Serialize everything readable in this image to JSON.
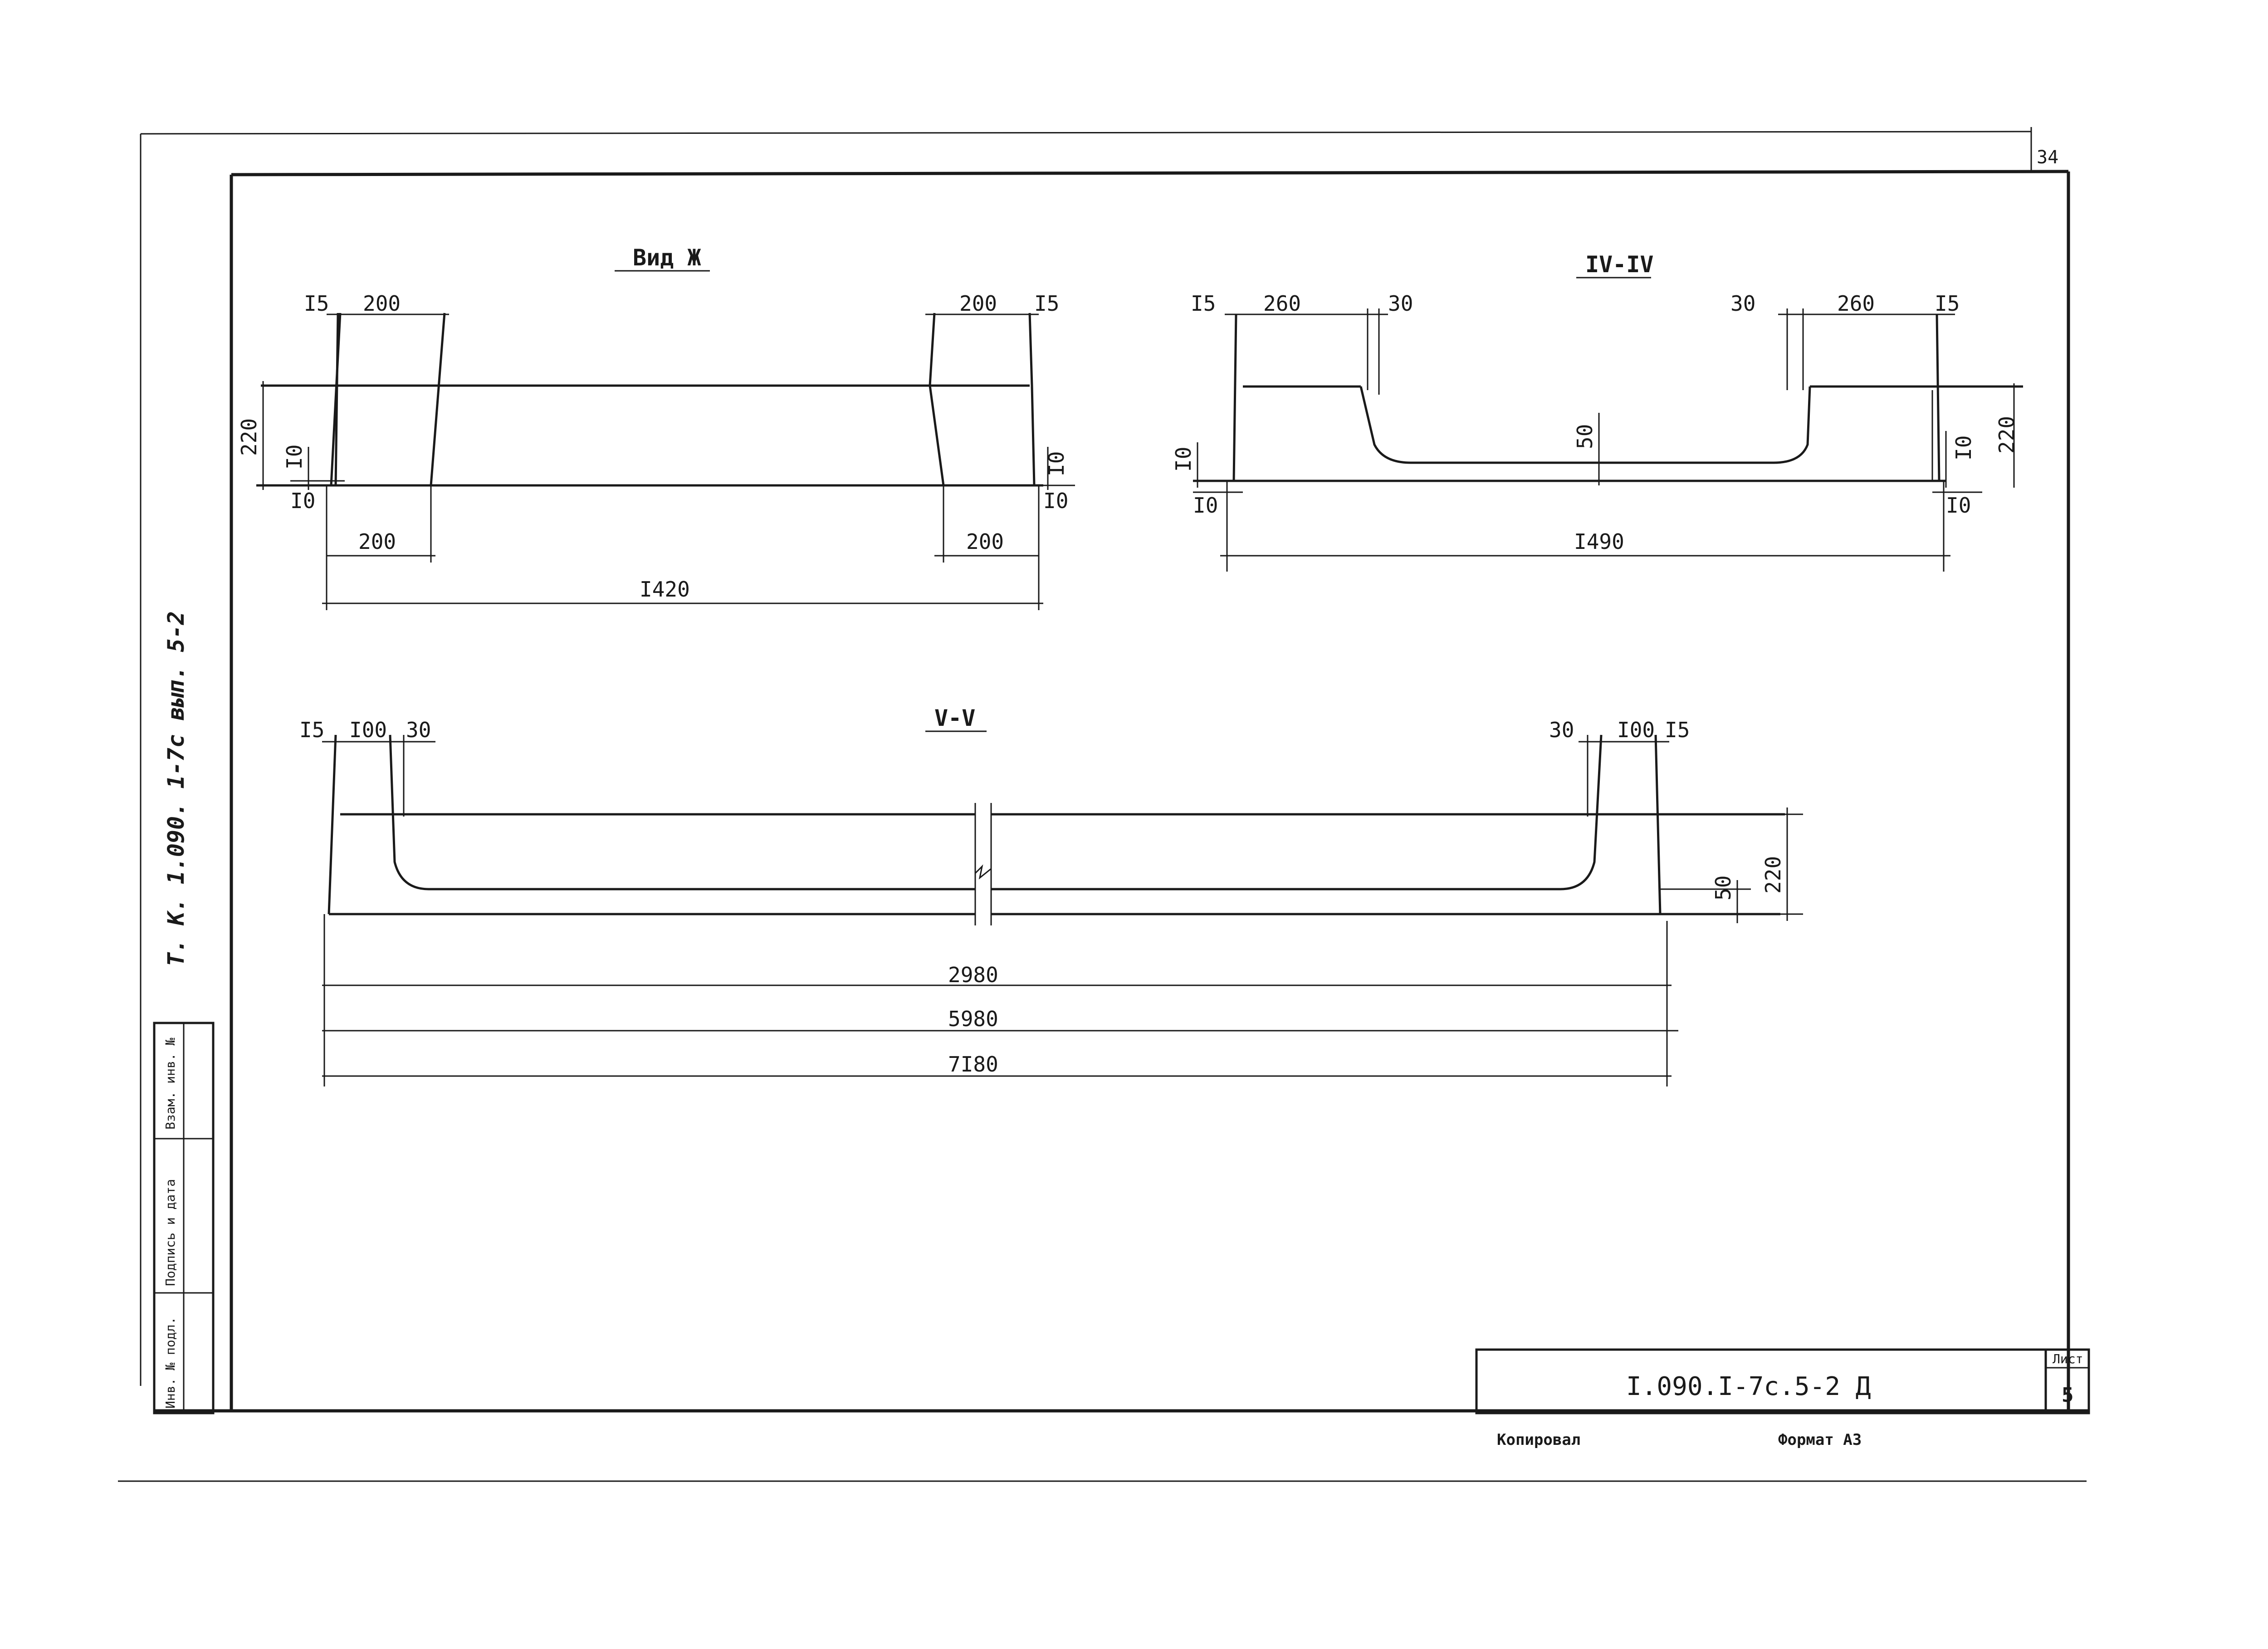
{
  "sheet_corner_number": "34",
  "side_stamp": "Т. К.  1.090. 1-7с  вып. 5-2",
  "left_stamp": {
    "col1": "Инв. № подл.",
    "col2": "Подпись и дата",
    "col3": "Взам. инв. №"
  },
  "view_zh": {
    "title": "Вид Ж",
    "top_left_a": "I5",
    "top_left_b": "200",
    "top_right_a": "200",
    "top_right_b": "I5",
    "height": "220",
    "left_10_vert": "I0",
    "left_10_horiz": "I0",
    "right_10_vert": "I0",
    "right_10_horiz": "I0",
    "bottom_left": "200",
    "bottom_right": "200",
    "overall": "I420"
  },
  "section_4": {
    "title": "IV-IV",
    "top_a": "I5",
    "top_b": "260",
    "top_c": "30",
    "top_d": "30",
    "top_e": "260",
    "top_f": "I5",
    "floor": "50",
    "left_10_vert": "I0",
    "left_10_horiz": "I0",
    "right_10_vert": "I0",
    "right_10_horiz": "I0",
    "height": "220",
    "overall": "I490"
  },
  "section_5": {
    "title": "V-V",
    "top_left_a": "I5",
    "top_left_b": "I00",
    "top_left_c": "30",
    "top_right_a": "30",
    "top_right_b": "I00",
    "top_right_c": "I5",
    "floor": "50",
    "height": "220",
    "length_1": "2980",
    "length_2": "5980",
    "length_3": "7I80"
  },
  "title_block": {
    "code": "I.090.I-7с.5-2  Д",
    "sheet_label": "Лист",
    "sheet_number": "5"
  },
  "footer": {
    "copied": "Копировал",
    "format": "Формат А3"
  }
}
